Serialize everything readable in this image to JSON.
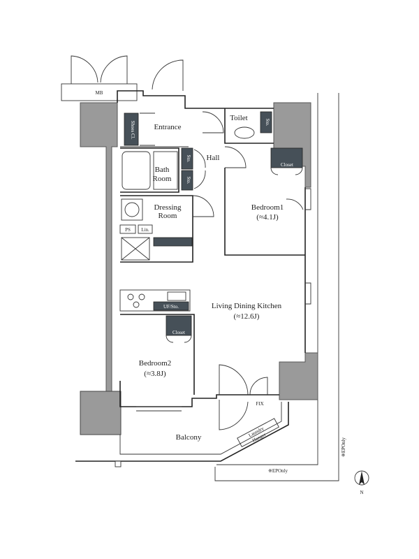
{
  "rooms": {
    "mb": "MB",
    "entrance": "Entrance",
    "shoes_closet": "Shoes Cl.",
    "toilet": "Toilet",
    "toilet_storage": "Sto.",
    "hall": "Hall",
    "hall_storage_1": "Sto.",
    "hall_storage_2": "Sto.",
    "bath": "Bath",
    "bath_room": "Room",
    "dressing": "Dressing",
    "dressing_room": "Room",
    "ps": "PS",
    "lin": "Lin.",
    "bedroom1": "Bedroom1",
    "bedroom1_size": "(≈4.1J)",
    "closet1": "Closet",
    "living": "Living Dining Kitchen",
    "living_size": "(≈12.6J)",
    "uf_sto": "UF/Sto.",
    "bedroom2": "Bedroom2",
    "bedroom2_size": "(≈3.8J)",
    "closet2": "Closet",
    "fix": "FIX",
    "balcony": "Balcony",
    "laundry": "Laundry",
    "laundry_hanger": "Hanger",
    "ep_only_1": "※EPOnly",
    "ep_only_2": "※EPOnly"
  },
  "compass": {
    "label": "N"
  }
}
